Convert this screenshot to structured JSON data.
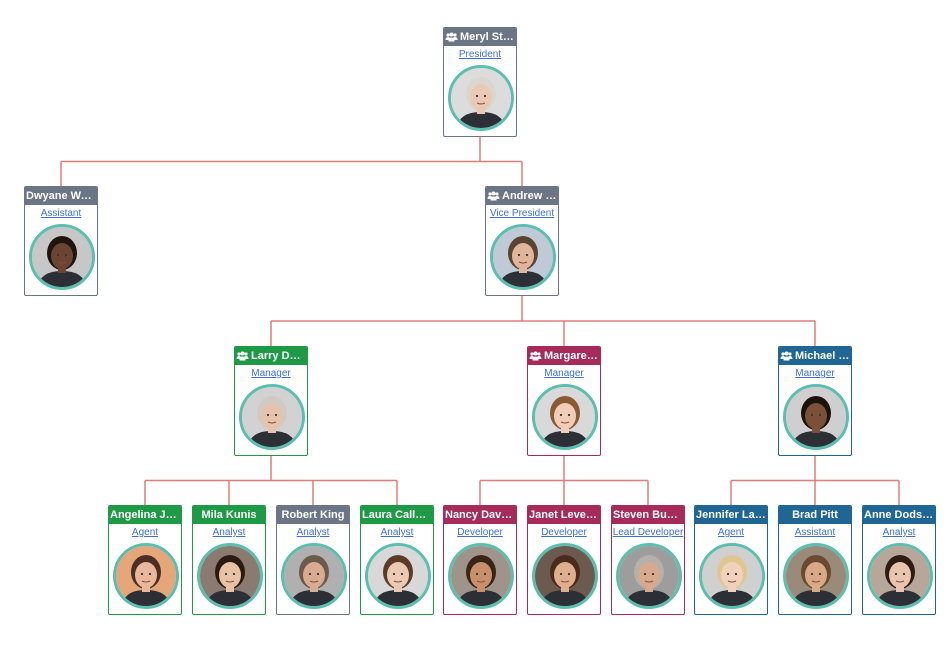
{
  "colors": {
    "gray": "#6b7585",
    "green": "#1e9a47",
    "maroon": "#a62a5a",
    "blue": "#1f6694",
    "connector": "#e07c7c",
    "link": "#3f6fd6",
    "avatar_ring": "#5bbfb0"
  },
  "nodes": [
    {
      "id": "meryl",
      "name": "Meryl Streep",
      "title": "President",
      "color": "gray",
      "team_icon": true,
      "parent": null
    },
    {
      "id": "dwyane",
      "name": "Dwyane Wade",
      "title": "Assistant",
      "color": "gray",
      "team_icon": false,
      "parent": "meryl"
    },
    {
      "id": "andrew",
      "name": "Andrew Fuller",
      "title": "Vice President",
      "color": "gray",
      "team_icon": true,
      "parent": "meryl"
    },
    {
      "id": "larry",
      "name": "Larry Davido",
      "title": "Manager",
      "color": "green",
      "team_icon": true,
      "parent": "andrew"
    },
    {
      "id": "margaret",
      "name": "Margaret Pe...",
      "title": "Manager",
      "color": "maroon",
      "team_icon": true,
      "parent": "andrew"
    },
    {
      "id": "michael",
      "name": "Michael Suy...",
      "title": "Manager",
      "color": "blue",
      "team_icon": true,
      "parent": "andrew"
    },
    {
      "id": "angelina",
      "name": "Angelina Jolie",
      "title": "Agent",
      "color": "green",
      "team_icon": false,
      "parent": "larry"
    },
    {
      "id": "mila",
      "name": "Mila Kunis",
      "title": "Analyst",
      "color": "green",
      "team_icon": false,
      "parent": "larry"
    },
    {
      "id": "robert",
      "name": "Robert King",
      "title": "Analyst",
      "color": "gray",
      "team_icon": false,
      "parent": "larry"
    },
    {
      "id": "laura",
      "name": "Laura Callahan",
      "title": "Analyst",
      "color": "green",
      "team_icon": false,
      "parent": "larry"
    },
    {
      "id": "nancy",
      "name": "Nancy Davolio",
      "title": "Developer",
      "color": "maroon",
      "team_icon": false,
      "parent": "margaret"
    },
    {
      "id": "janet",
      "name": "Janet Leverling",
      "title": "Developer",
      "color": "maroon",
      "team_icon": false,
      "parent": "margaret"
    },
    {
      "id": "steven",
      "name": "Steven Buchan...",
      "title": "Lead Developer",
      "color": "maroon",
      "team_icon": false,
      "parent": "margaret"
    },
    {
      "id": "jennifer",
      "name": "Jennifer Lawre...",
      "title": "Agent",
      "color": "blue",
      "team_icon": false,
      "parent": "michael"
    },
    {
      "id": "brad",
      "name": "Brad Pitt",
      "title": "Assistant",
      "color": "blue",
      "team_icon": false,
      "parent": "michael"
    },
    {
      "id": "anne",
      "name": "Anne Dodsworth",
      "title": "Analyst",
      "color": "blue",
      "team_icon": false,
      "parent": "michael"
    }
  ]
}
